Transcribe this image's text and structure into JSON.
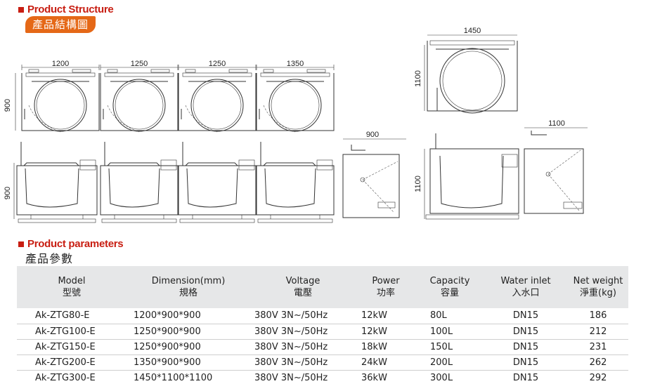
{
  "structure": {
    "title_en": "Product Structure",
    "title_zh": "產品結構圖"
  },
  "drawings": {
    "top_widths": [
      "1200",
      "1250",
      "1250",
      "1350"
    ],
    "top_height": "900",
    "front_height": "900",
    "side_width": "900",
    "large_top_width": "1450",
    "large_top_height": "1100",
    "large_front_height": "1100",
    "large_side_width": "1100"
  },
  "parameters": {
    "title_en": "Product parameters",
    "title_zh": "產品參數",
    "headers": [
      {
        "en": "Model",
        "zh": "型號"
      },
      {
        "en": "Dimension(mm)",
        "zh": "規格"
      },
      {
        "en": "Voltage",
        "zh": "電壓"
      },
      {
        "en": "Power",
        "zh": "功率"
      },
      {
        "en": "Capacity",
        "zh": "容量"
      },
      {
        "en": "Water inlet",
        "zh": "入水口"
      },
      {
        "en": "Net weight",
        "zh": "淨重(kg)"
      }
    ],
    "rows": [
      [
        "Ak-ZTG80-E",
        "1200*900*900",
        "380V 3N~/50Hz",
        "12kW",
        "80L",
        "DN15",
        "186"
      ],
      [
        "Ak-ZTG100-E",
        "1250*900*900",
        "380V 3N~/50Hz",
        "12kW",
        "100L",
        "DN15",
        "212"
      ],
      [
        "Ak-ZTG150-E",
        "1250*900*900",
        "380V 3N~/50Hz",
        "18kW",
        "150L",
        "DN15",
        "231"
      ],
      [
        "Ak-ZTG200-E",
        "1350*900*900",
        "380V 3N~/50Hz",
        "24kW",
        "200L",
        "DN15",
        "262"
      ],
      [
        "Ak-ZTG300-E",
        "1450*1100*1100",
        "380V 3N~/50Hz",
        "36kW",
        "300L",
        "DN15",
        "292"
      ]
    ]
  },
  "colors": {
    "accent_red": "#c81e12",
    "pill_orange": "#e56817",
    "header_gray": "#e6e7e8"
  }
}
